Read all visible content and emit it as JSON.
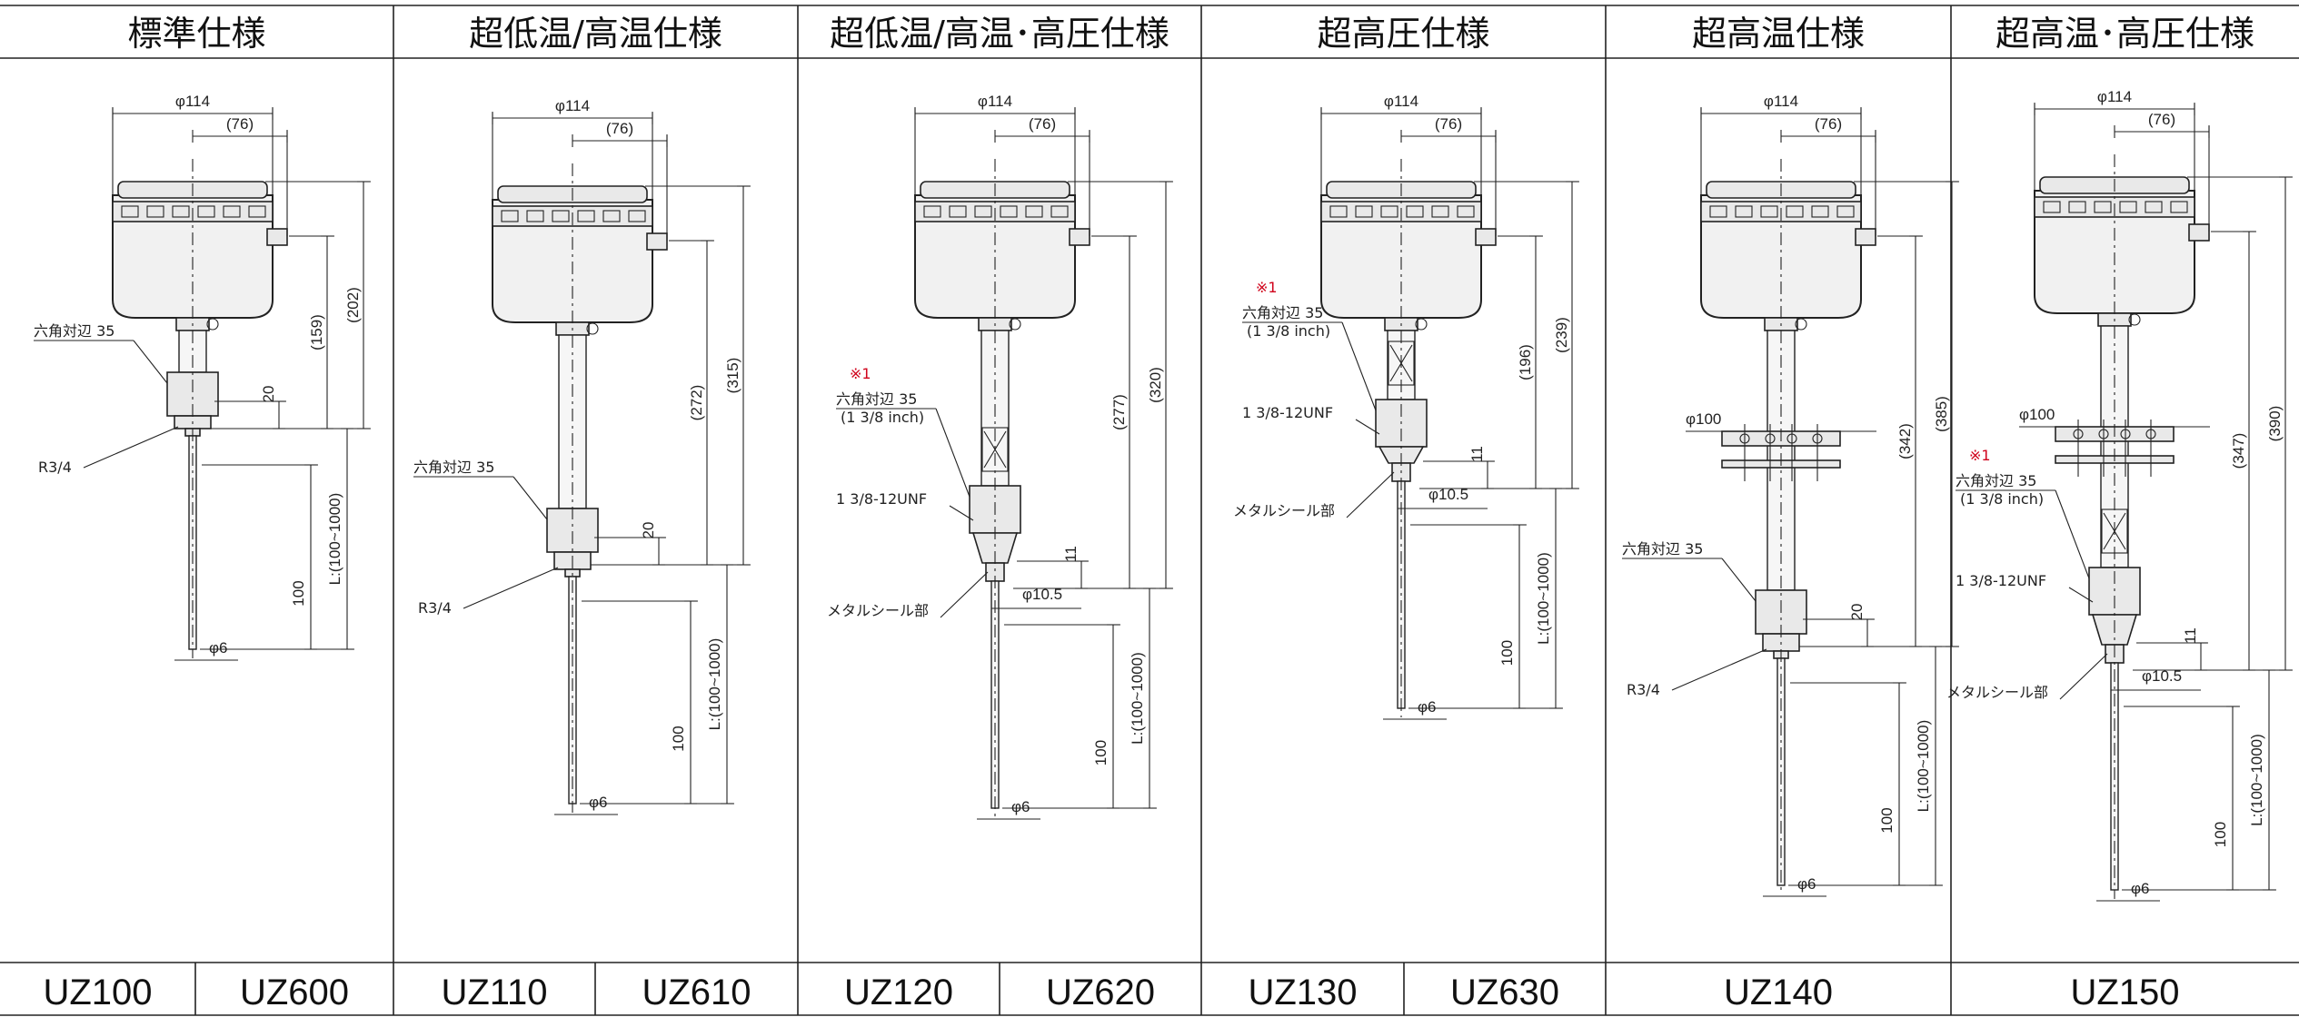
{
  "headers": [
    "標準仕様",
    "超低温/高温仕様",
    "超低温/高温･高圧仕様",
    "超高圧仕様",
    "超高温仕様",
    "超高温･高圧仕様"
  ],
  "models": [
    "UZ100",
    "UZ600",
    "UZ110",
    "UZ610",
    "UZ120",
    "UZ620",
    "UZ130",
    "UZ630",
    "UZ140",
    "UZ150"
  ],
  "colors": {
    "border": "#222222",
    "header_bg": "#ffffff",
    "note_red": "#d0021b"
  },
  "drawings": [
    {
      "width": "φ114",
      "inner": "(76)",
      "height_a": "(159)",
      "height_b": "(202)",
      "seg": "20",
      "probe": "100",
      "length": "L:(100~1000)",
      "hex": "六角対辺 35",
      "thread": "R3/4",
      "tip": "φ6"
    },
    {
      "width": "φ114",
      "inner": "(76)",
      "height_a": "(272)",
      "height_b": "(315)",
      "seg": "20",
      "probe": "100",
      "length": "L:(100~1000)",
      "hex": "六角対辺 35",
      "thread": "R3/4",
      "tip": "φ6"
    },
    {
      "width": "φ114",
      "inner": "(76)",
      "height_a": "(277)",
      "height_b": "(320)",
      "seg": "11",
      "probe": "100",
      "length": "L:(100~1000)",
      "note": "※1",
      "hex": "六角対辺 35",
      "hex_inch": "(1 3/8 inch)",
      "thread": "1 3/8-12UNF",
      "seal": "メタルシール部",
      "seal_dia": "φ10.5",
      "tip": "φ6"
    },
    {
      "width": "φ114",
      "inner": "(76)",
      "height_a": "(196)",
      "height_b": "(239)",
      "seg": "11",
      "probe": "100",
      "length": "L:(100~1000)",
      "note": "※1",
      "hex": "六角対辺 35",
      "hex_inch": "(1 3/8 inch)",
      "thread": "1 3/8-12UNF",
      "seal": "メタルシール部",
      "seal_dia": "φ10.5",
      "tip": "φ6"
    },
    {
      "width": "φ114",
      "inner": "(76)",
      "height_a": "(342)",
      "height_b": "(385)",
      "seg": "20",
      "probe": "100",
      "length": "L:(100~1000)",
      "flange": "φ100",
      "hex": "六角対辺 35",
      "thread": "R3/4",
      "tip": "φ6"
    },
    {
      "width": "φ114",
      "inner": "(76)",
      "height_a": "(347)",
      "height_b": "(390)",
      "seg": "11",
      "probe": "100",
      "length": "L:(100~1000)",
      "flange": "φ100",
      "note": "※1",
      "hex": "六角対辺 35",
      "hex_inch": "(1 3/8 inch)",
      "thread": "1 3/8-12UNF",
      "seal": "メタルシール部",
      "seal_dia": "φ10.5",
      "tip": "φ6"
    }
  ]
}
